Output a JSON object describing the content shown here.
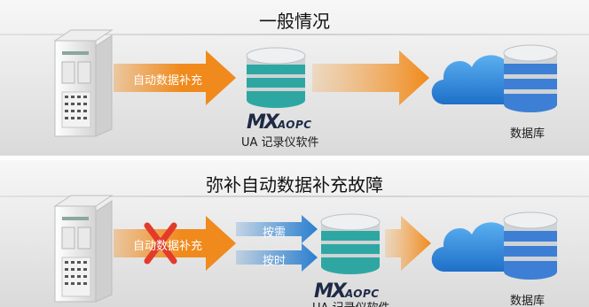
{
  "top": {
    "title": "一般情况",
    "arrow_label": "自动数据补充",
    "logo_main": "MX",
    "logo_sub": "AOPC",
    "software_label": "UA 记录仪软件",
    "database_label": "数据库"
  },
  "bottom": {
    "title": "弥补自动数据补充故障",
    "arrow_label": "自动数据补充",
    "on_demand_label": "按需",
    "scheduled_label": "按时",
    "logo_main": "MX",
    "logo_sub": "AOPC",
    "software_label": "UA 记录仪软件",
    "database_label": "数据库"
  },
  "colors": {
    "arrow_orange": "#f08a1c",
    "arrow_blue": "#2a7fd0",
    "cross_red": "#e23b2b",
    "cloud_blue": "#2f86de",
    "db_teal": "#2ea7a3",
    "db_blue": "#3d7fd4"
  },
  "icons": [
    "io-device-icon",
    "database-icon",
    "cloud-icon",
    "error-cross-icon",
    "arrow-icon"
  ]
}
